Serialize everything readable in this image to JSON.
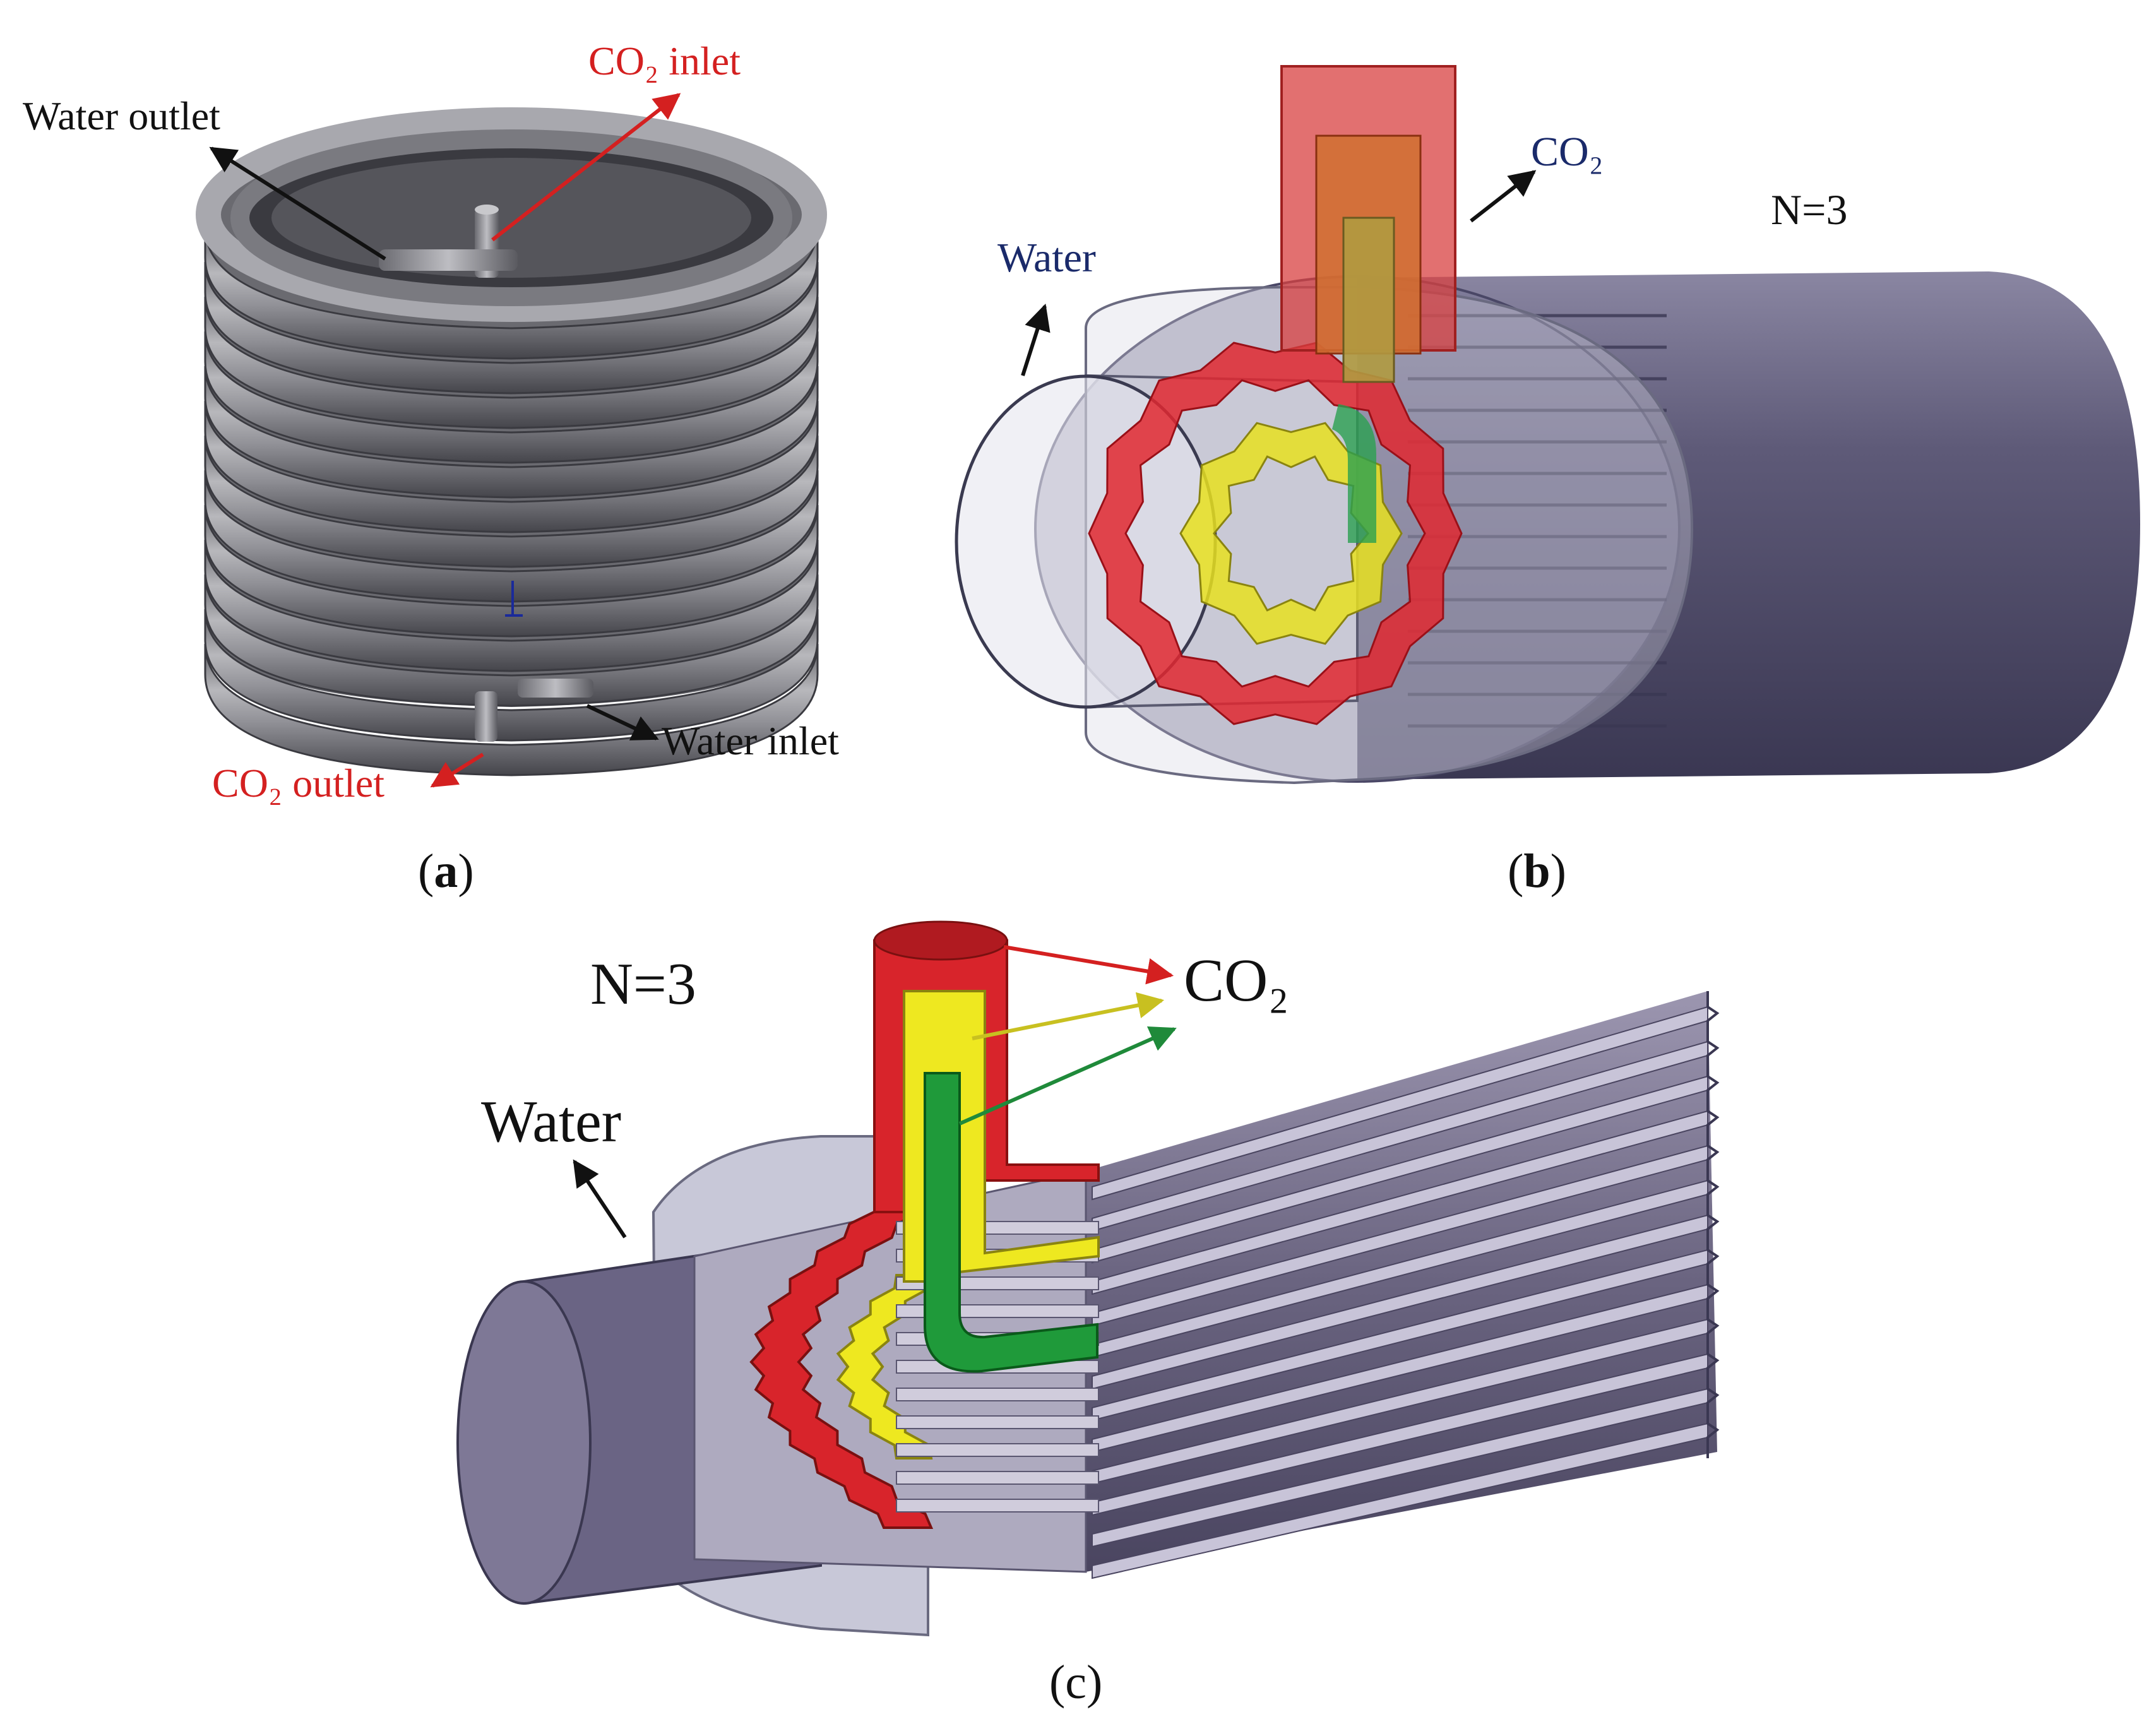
{
  "panels": {
    "a": {
      "caption_open": "(",
      "caption_letter": "a",
      "caption_close": ")",
      "labels": {
        "co2_inlet": "CO₂ inlet",
        "water_outlet": "Water outlet",
        "water_inlet": "Water inlet",
        "co2_outlet": "CO₂ outlet"
      }
    },
    "b": {
      "caption_open": "(",
      "caption_letter": "b",
      "caption_close": ")",
      "labels": {
        "co2": "CO₂",
        "water": "Water",
        "n": "N=3"
      }
    },
    "c": {
      "caption": "(c)",
      "labels": {
        "co2": "CO₂",
        "water": "Water",
        "n": "N=3"
      }
    }
  },
  "colors": {
    "tube_gray": "#8a8a90",
    "shell_purple": "#5e5a78",
    "co2_red": "#d8242b",
    "co2_yellow": "#e8e020",
    "co2_green": "#1f9a3a",
    "label_red": "#d42020",
    "label_blue": "#1a2a6a"
  }
}
